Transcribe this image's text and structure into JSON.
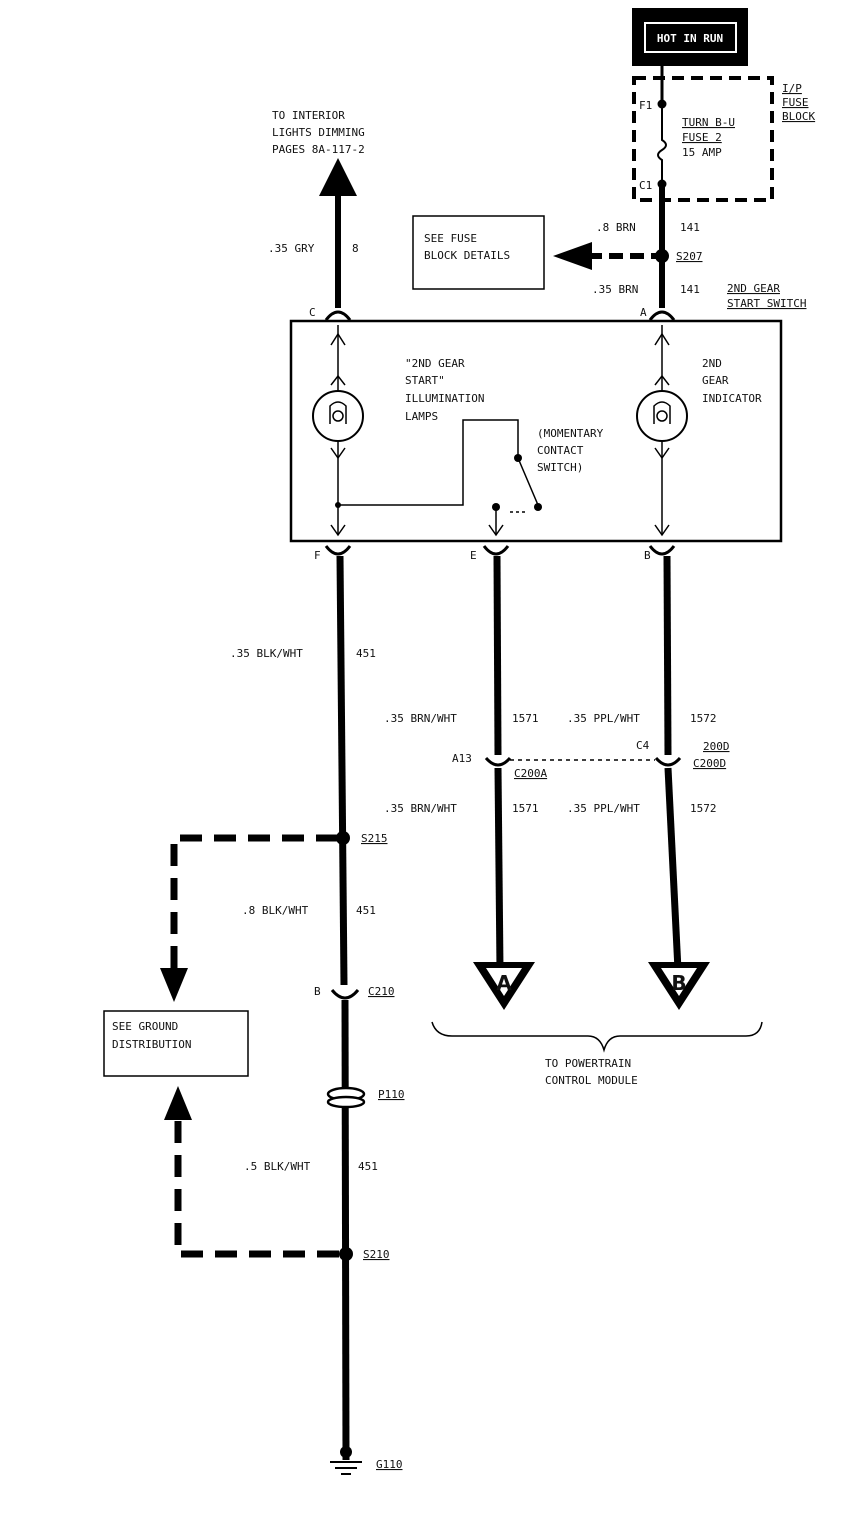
{
  "power": {
    "label": "HOT IN RUN"
  },
  "fuse_block": {
    "name_lines": [
      "I/P",
      "FUSE",
      "BLOCK"
    ],
    "fuse_lines": [
      "TURN B-U",
      "FUSE 2",
      "15 AMP"
    ],
    "terminal_top": "F1",
    "terminal_bottom": "C1"
  },
  "splices": {
    "s207": "S207",
    "s215": "S215",
    "s210": "S210"
  },
  "connectors": {
    "c200": [
      "200D",
      "C200D"
    ],
    "c200a": "C200A",
    "c210": "C210",
    "p110": "P110",
    "g110": "G110"
  },
  "wires": {
    "w141_upper": [
      ".8 BRN",
      "141"
    ],
    "w141_lower": [
      ".35 BRN",
      "141"
    ],
    "w8": [
      ".35 GRY",
      "8"
    ],
    "w451_a": [
      ".35 BLK/WHT",
      "451"
    ],
    "w1571_a": [
      ".35 BRN/WHT",
      "1571"
    ],
    "w1572_a": [
      ".35 PPL/WHT",
      "1572"
    ],
    "w1571_b": [
      ".35 BRN/WHT",
      "1571"
    ],
    "w1572_b": [
      ".35 PPL/WHT",
      "1572"
    ],
    "w451_b": [
      ".8 BLK/WHT",
      "451"
    ],
    "w451_c": [
      ".5 BLK/WHT",
      "451"
    ]
  },
  "pins": {
    "c": "C",
    "a": "A",
    "f": "F",
    "e": "E",
    "b": "B",
    "a13": "A13",
    "c4": "C4",
    "b210": "B"
  },
  "notes": {
    "interior_lines": [
      "TO INTERIOR",
      "LIGHTS DIMMING",
      "PAGES 8A-117-2"
    ],
    "fuse_details_lines": [
      "SEE FUSE",
      "BLOCK DETAILS"
    ],
    "ground_lines": [
      "SEE GROUND",
      "DISTRIBUTION"
    ],
    "pcm_lines": [
      "TO POWERTRAIN",
      "CONTROL MODULE"
    ],
    "switch_name_lines": [
      "2ND GEAR",
      "START SWITCH"
    ],
    "lamps_lines": [
      "\"2ND GEAR",
      "START\"",
      "ILLUMINATION",
      "LAMPS"
    ],
    "indicator_lines": [
      "2ND",
      "GEAR",
      "INDICATOR"
    ],
    "momentary_lines": [
      "(MOMENTARY",
      "CONTACT",
      "SWITCH)"
    ]
  },
  "connector_refs": {
    "a": "A",
    "b": "B"
  }
}
